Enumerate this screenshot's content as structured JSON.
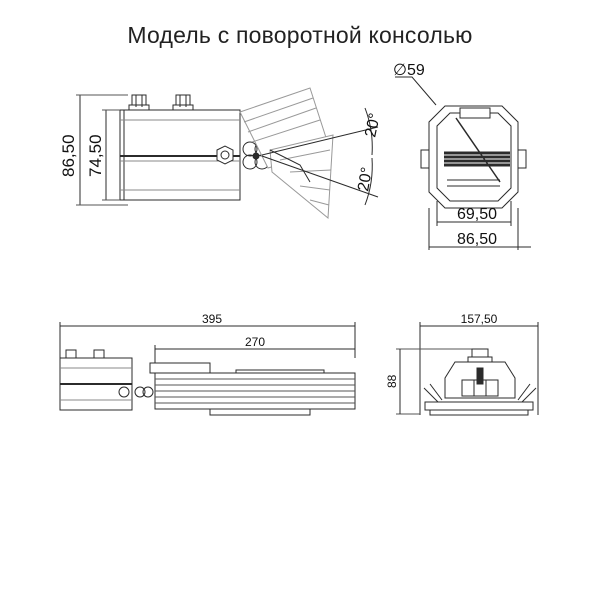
{
  "title": "Модель с поворотной консолью",
  "dimensions": {
    "height_outer": "86,50",
    "height_inner": "74,50",
    "angle_up": "20°",
    "angle_down": "20°",
    "diameter": "∅59",
    "width_inner": "69,50",
    "width_outer": "86,50",
    "total_length": "395",
    "body_length": "270",
    "front_width": "157,50",
    "front_height": "88"
  },
  "colors": {
    "line": "#2b2b2b",
    "light_line": "#8a8a8a",
    "fill": "#f2f2f2"
  }
}
